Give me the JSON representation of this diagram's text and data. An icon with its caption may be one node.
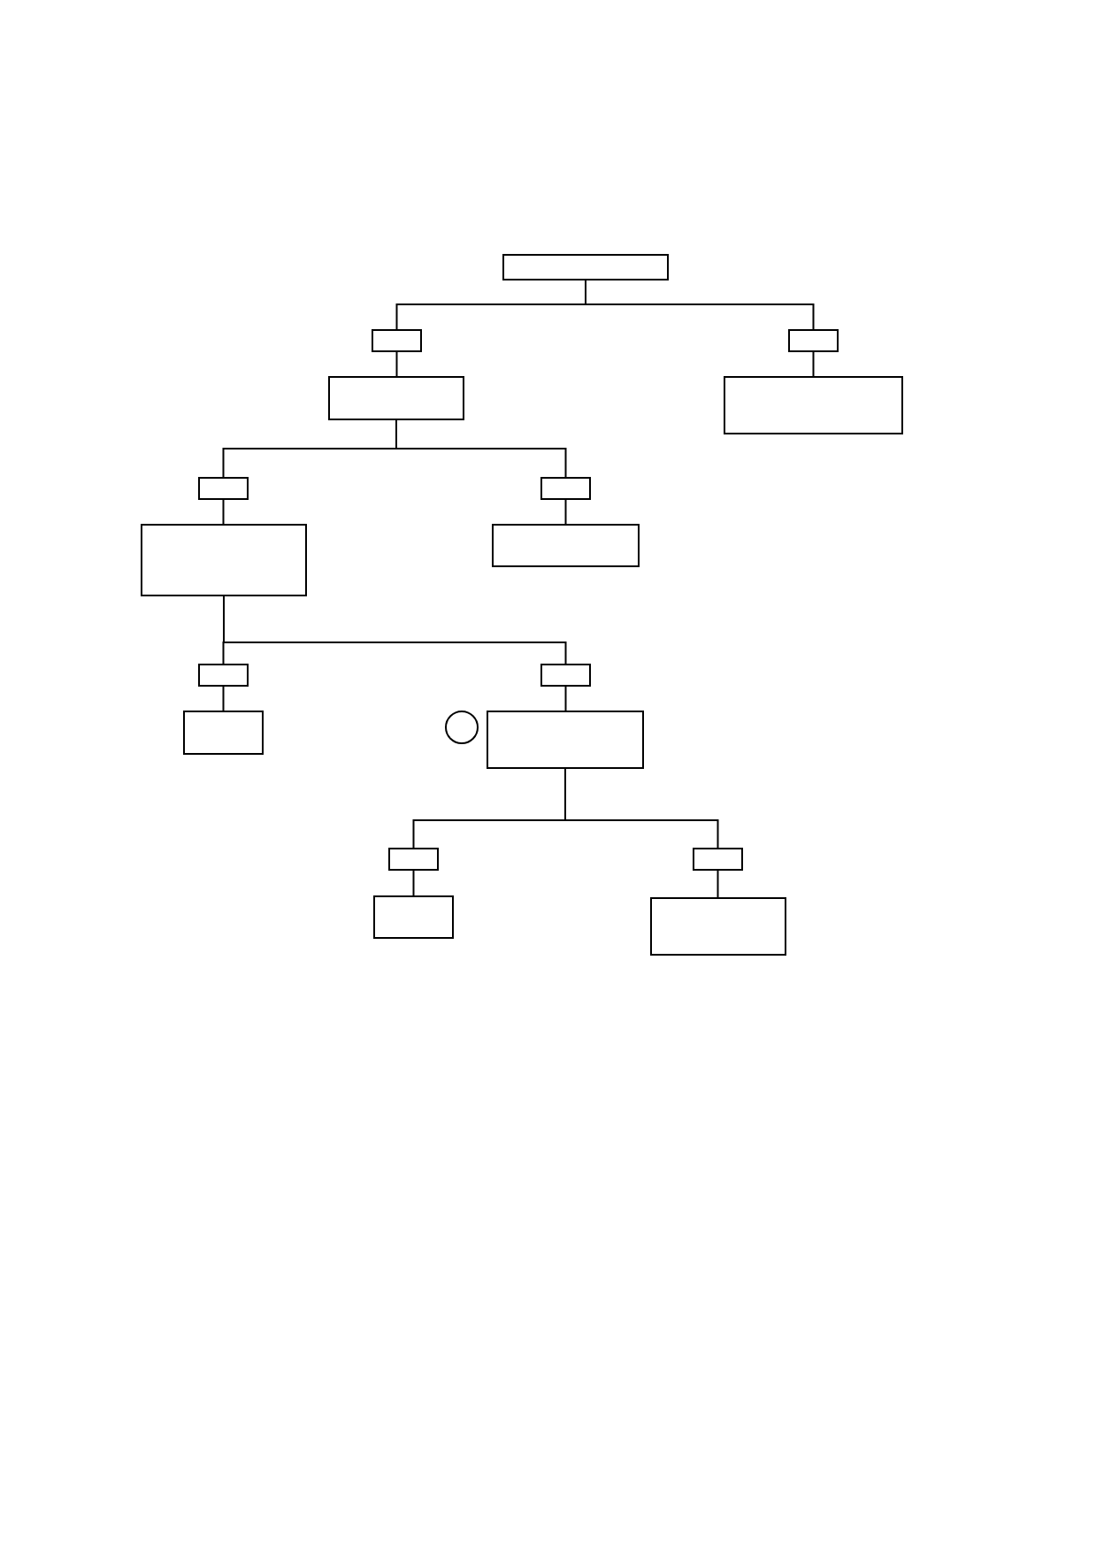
{
  "diagram": {
    "nodes": [
      {
        "text": [],
        "shape": "box"
      },
      {
        "text": [],
        "shape": "box"
      },
      {
        "text": [],
        "shape": "box"
      },
      {
        "text": [],
        "shape": "box"
      },
      {
        "text": [],
        "shape": "box"
      },
      {
        "text": [],
        "shape": "box"
      },
      {
        "text": [],
        "shape": "box"
      },
      {
        "text": [],
        "shape": "box"
      },
      {
        "text": [],
        "shape": "box"
      },
      {
        "text": [],
        "shape": "box"
      },
      {
        "text": [],
        "shape": "box"
      },
      {
        "text": [],
        "shape": "box"
      },
      {
        "text": [],
        "shape": "circle"
      },
      {
        "text": [],
        "shape": "box"
      },
      {
        "text": [],
        "shape": "box"
      },
      {
        "text": [],
        "shape": "box"
      },
      {
        "text": [],
        "shape": "box"
      },
      {
        "text": [],
        "shape": "box"
      }
    ],
    "edges": [
      {
        "from": 0,
        "to": 1,
        "arrow": "none"
      },
      {
        "from": 0,
        "to": 2,
        "arrow": "none"
      },
      {
        "from": 1,
        "to": 3,
        "arrow": "none"
      },
      {
        "from": 2,
        "to": 4,
        "arrow": "none"
      },
      {
        "from": 3,
        "to": 5,
        "arrow": "none"
      },
      {
        "from": 3,
        "to": 6,
        "arrow": "none"
      },
      {
        "from": 5,
        "to": 7,
        "arrow": "none"
      },
      {
        "from": 6,
        "to": 8,
        "arrow": "none"
      },
      {
        "from": 7,
        "to": 9,
        "arrow": "none"
      },
      {
        "from": 7,
        "to": 10,
        "arrow": "none"
      },
      {
        "from": 9,
        "to": 11,
        "arrow": "none"
      },
      {
        "from": 10,
        "to": 13,
        "arrow": "none"
      },
      {
        "from": 13,
        "to": 14,
        "arrow": "none"
      },
      {
        "from": 13,
        "to": 15,
        "arrow": "none"
      },
      {
        "from": 14,
        "to": 16,
        "arrow": "none"
      },
      {
        "from": 15,
        "to": 17,
        "arrow": "none"
      }
    ]
  }
}
